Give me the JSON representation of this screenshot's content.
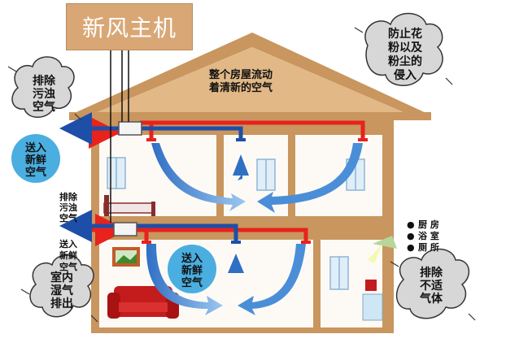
{
  "title": "新风主机",
  "roof_text": [
    "整个房屋流动",
    "着清新的空气"
  ],
  "top_left_cloud": [
    "排除",
    "污浊",
    "空气"
  ],
  "left_circle": [
    "送入",
    "新鲜",
    "空气"
  ],
  "mid_left_exhaust": [
    "排除",
    "污浊",
    "空气"
  ],
  "mid_left_supply": [
    "送入",
    "新鲜",
    "空气"
  ],
  "bottom_left_cloud": [
    "室内",
    "湿气",
    "排出"
  ],
  "center_circle": [
    "送入",
    "新鲜",
    "空气"
  ],
  "top_right_cloud": [
    "防止花",
    "粉以及",
    "粉尘的",
    "侵入"
  ],
  "right_list": [
    {
      "bullet": "●",
      "text": "厨 房"
    },
    {
      "bullet": "●",
      "text": "浴 室"
    },
    {
      "bullet": "●",
      "text": "厕 所"
    }
  ],
  "bottom_right_cloud": [
    "排除",
    "不适",
    "气体"
  ],
  "colors": {
    "supply_duct": "#e8221c",
    "exhaust_duct": "#1d4fa8",
    "airflow": "#4a8ed8",
    "roof": "#d9ad7a",
    "wall": "#fdfaf6",
    "bubble": "#4aaee0",
    "cloud": "#d7d7d7"
  }
}
